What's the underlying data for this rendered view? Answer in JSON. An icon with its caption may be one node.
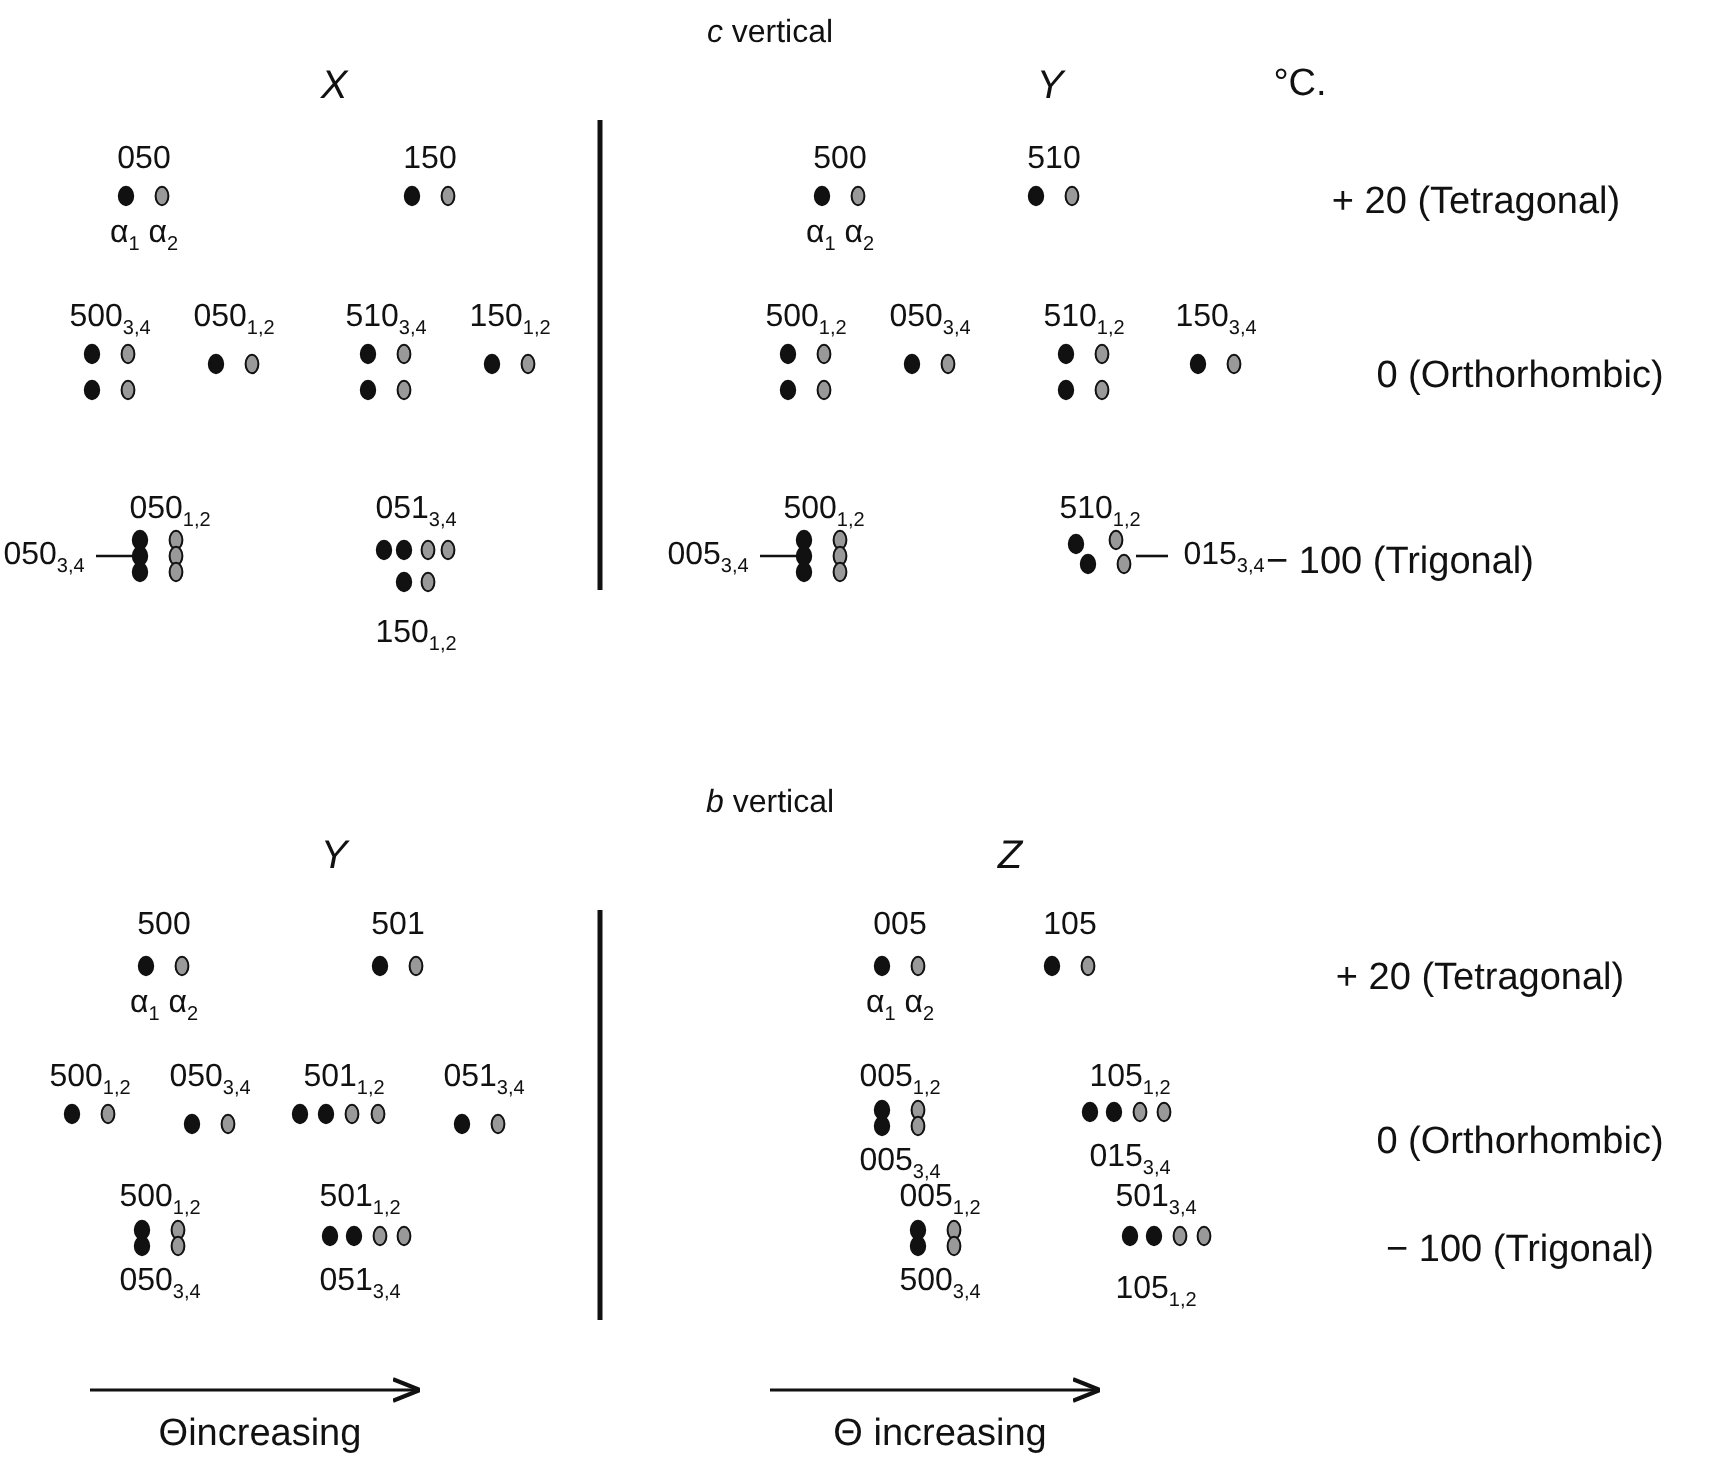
{
  "diagram": {
    "labels": [
      "*c* vertical",
      "X",
      "Y",
      "°C.",
      "050",
      "150",
      "500",
      "510",
      "α$_{1}$ α$_{2}$",
      "α$_{1}$ α$_{2}$",
      "+ 20 (Tetragonal)",
      "500$_{3,4}$",
      "050$_{1,2}$",
      "510$_{3,4}$",
      "150$_{1,2}$",
      "500$_{1,2}$",
      "050$_{3,4}$",
      "510$_{1,2}$",
      "150$_{3,4}$",
      "0 (Orthorhombic)",
      "050$_{1,2}$",
      "051$_{3,4}$",
      "500$_{1,2}$",
      "510$_{1,2}$",
      "050$_{3,4}$",
      "005$_{3,4}$",
      "015$_{3,4}$",
      "− 100 (Trigonal)",
      "150$_{1,2}$",
      "*b* vertical",
      "Y",
      "Z",
      "500",
      "501",
      "005",
      "105",
      "α$_{1}$ α$_{2}$",
      "α$_{1}$ α$_{2}$",
      "+ 20 (Tetragonal)",
      "500$_{1,2}$",
      "050$_{3,4}$",
      "501$_{1,2}$",
      "051$_{3,4}$",
      "005$_{1,2}$",
      "105$_{1,2}$",
      "0 (Orthorhombic)",
      "005$_{3,4}$",
      "015$_{3,4}$",
      "500$_{1,2}$",
      "501$_{1,2}$",
      "005$_{1,2}$",
      "501$_{3,4}$",
      "− 100 (Trigonal)",
      "050$_{3,4}$",
      "051$_{3,4}$",
      "500$_{3,4}$",
      "105$_{1,2}$",
      "Θincreasing",
      "Θ increasing"
    ]
  }
}
